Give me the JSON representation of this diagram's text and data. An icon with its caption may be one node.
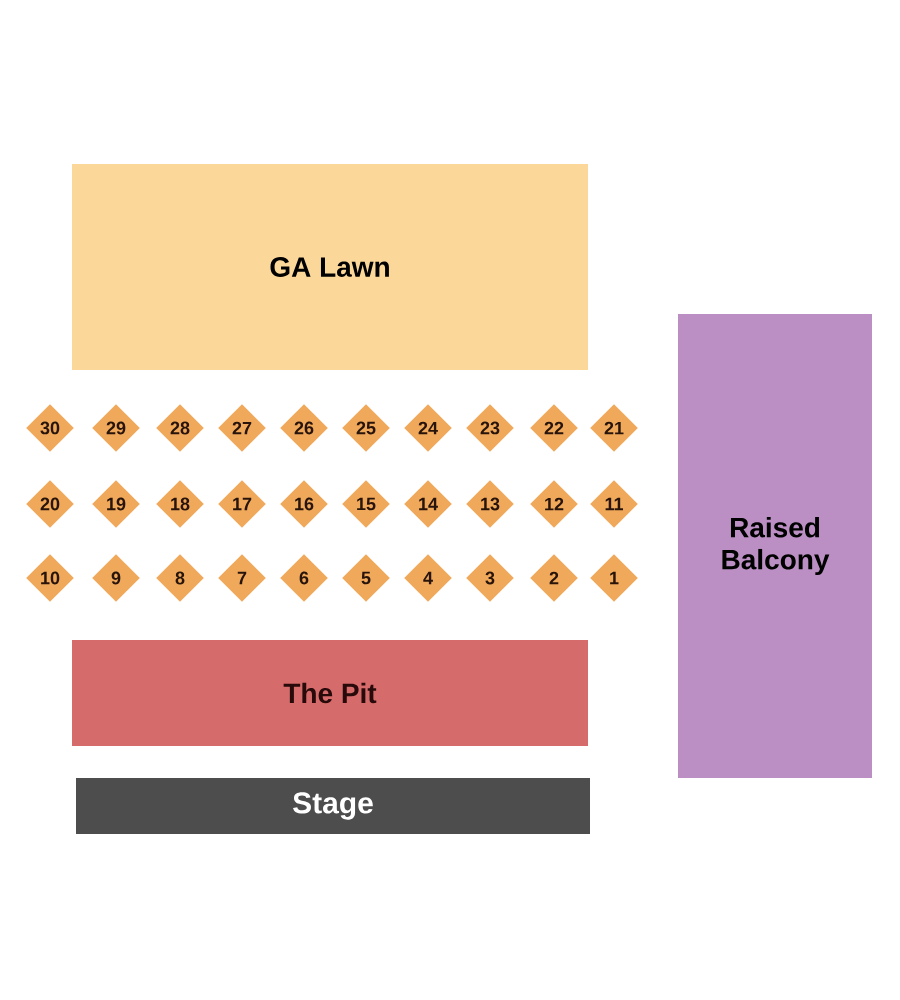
{
  "diagram": {
    "nodes": [
      {
        "text": [
          "GA Lawn"
        ]
      },
      {
        "text": [
          "Raised Balcony"
        ]
      },
      {
        "text": [
          "30"
        ]
      },
      {
        "text": [
          "29"
        ]
      },
      {
        "text": [
          "28"
        ]
      },
      {
        "text": [
          "27"
        ]
      },
      {
        "text": [
          "26"
        ]
      },
      {
        "text": [
          "25"
        ]
      },
      {
        "text": [
          "24"
        ]
      },
      {
        "text": [
          "23"
        ]
      },
      {
        "text": [
          "22"
        ]
      },
      {
        "text": [
          "21"
        ]
      },
      {
        "text": [
          "20"
        ]
      },
      {
        "text": [
          "19"
        ]
      },
      {
        "text": [
          "18"
        ]
      },
      {
        "text": [
          "17"
        ]
      },
      {
        "text": [
          "16"
        ]
      },
      {
        "text": [
          "15"
        ]
      },
      {
        "text": [
          "14"
        ]
      },
      {
        "text": [
          "13"
        ]
      },
      {
        "text": [
          "12"
        ]
      },
      {
        "text": [
          "11"
        ]
      },
      {
        "text": [
          "10"
        ]
      },
      {
        "text": [
          "9"
        ]
      },
      {
        "text": [
          "8"
        ]
      },
      {
        "text": [
          "7"
        ]
      },
      {
        "text": [
          "6"
        ]
      },
      {
        "text": [
          "5"
        ]
      },
      {
        "text": [
          "4"
        ]
      },
      {
        "text": [
          "3"
        ]
      },
      {
        "text": [
          "2"
        ]
      },
      {
        "text": [
          "1"
        ]
      },
      {
        "text": [
          "The Pit"
        ]
      },
      {
        "text": [
          "Stage"
        ]
      }
    ]
  }
}
